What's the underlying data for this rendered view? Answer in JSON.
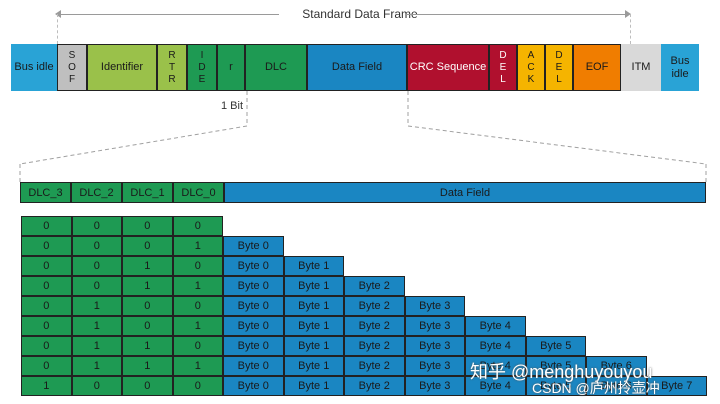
{
  "frame_title": "Standard Data Frame",
  "one_bit_label": "1 Bit",
  "frame_fields": [
    {
      "label": "Bus idle",
      "color": "#29a3d6",
      "text_color": "#1a1a1a",
      "vertical": false
    },
    {
      "label": "SOF",
      "color": "#bfbfbf",
      "text_color": "#1a1a1a",
      "vertical": true
    },
    {
      "label": "Identifier",
      "color": "#9ac14a",
      "text_color": "#1a1a1a",
      "vertical": false
    },
    {
      "label": "RTR",
      "color": "#9ac14a",
      "text_color": "#1a1a1a",
      "vertical": true
    },
    {
      "label": "IDE",
      "color": "#1e9a53",
      "text_color": "#1a1a1a",
      "vertical": true
    },
    {
      "label": "r",
      "color": "#1e9a53",
      "text_color": "#1a1a1a",
      "vertical": false
    },
    {
      "label": "DLC",
      "color": "#1e9a53",
      "text_color": "#1a1a1a",
      "vertical": false
    },
    {
      "label": "Data Field",
      "color": "#1a86c2",
      "text_color": "#1a1a1a",
      "vertical": false
    },
    {
      "label": "CRC Sequence",
      "color": "#b0102e",
      "text_color": "#ffffff",
      "vertical": false
    },
    {
      "label": "DEL",
      "color": "#b0102e",
      "text_color": "#ffffff",
      "vertical": true
    },
    {
      "label": "ACK",
      "color": "#f5b400",
      "text_color": "#1a1a1a",
      "vertical": true
    },
    {
      "label": "DEL",
      "color": "#f5b400",
      "text_color": "#1a1a1a",
      "vertical": true
    },
    {
      "label": "EOF",
      "color": "#f07d00",
      "text_color": "#1a1a1a",
      "vertical": false
    },
    {
      "label": "ITM",
      "color": "#d9d9d9",
      "text_color": "#1a1a1a",
      "vertical": false
    },
    {
      "label": "Bus idle",
      "color": "#29a3d6",
      "text_color": "#1a1a1a",
      "vertical": false
    }
  ],
  "dlc_headers": [
    "DLC_3",
    "DLC_2",
    "DLC_1",
    "DLC_0"
  ],
  "data_field_header": "Data Field",
  "dlc_rows": [
    {
      "bits": [
        "0",
        "0",
        "0",
        "0"
      ],
      "bytes": []
    },
    {
      "bits": [
        "0",
        "0",
        "0",
        "1"
      ],
      "bytes": [
        "Byte 0"
      ]
    },
    {
      "bits": [
        "0",
        "0",
        "1",
        "0"
      ],
      "bytes": [
        "Byte 0",
        "Byte 1"
      ]
    },
    {
      "bits": [
        "0",
        "0",
        "1",
        "1"
      ],
      "bytes": [
        "Byte 0",
        "Byte 1",
        "Byte 2"
      ]
    },
    {
      "bits": [
        "0",
        "1",
        "0",
        "0"
      ],
      "bytes": [
        "Byte 0",
        "Byte 1",
        "Byte 2",
        "Byte 3"
      ]
    },
    {
      "bits": [
        "0",
        "1",
        "0",
        "1"
      ],
      "bytes": [
        "Byte 0",
        "Byte 1",
        "Byte 2",
        "Byte 3",
        "Byte 4"
      ]
    },
    {
      "bits": [
        "0",
        "1",
        "1",
        "0"
      ],
      "bytes": [
        "Byte 0",
        "Byte 1",
        "Byte 2",
        "Byte 3",
        "Byte 4",
        "Byte 5"
      ]
    },
    {
      "bits": [
        "0",
        "1",
        "1",
        "1"
      ],
      "bytes": [
        "Byte 0",
        "Byte 1",
        "Byte 2",
        "Byte 3",
        "Byte 4",
        "Byte 5",
        "Byte 6"
      ]
    },
    {
      "bits": [
        "1",
        "0",
        "0",
        "0"
      ],
      "bytes": [
        "Byte 0",
        "Byte 1",
        "Byte 2",
        "Byte 3",
        "Byte 4",
        "Byte 5",
        "Byte 6",
        "Byte 7"
      ]
    }
  ],
  "watermark_line1": "知乎 @menghuyouyou",
  "watermark_line2": "CSDN @庐州拎壶冲"
}
